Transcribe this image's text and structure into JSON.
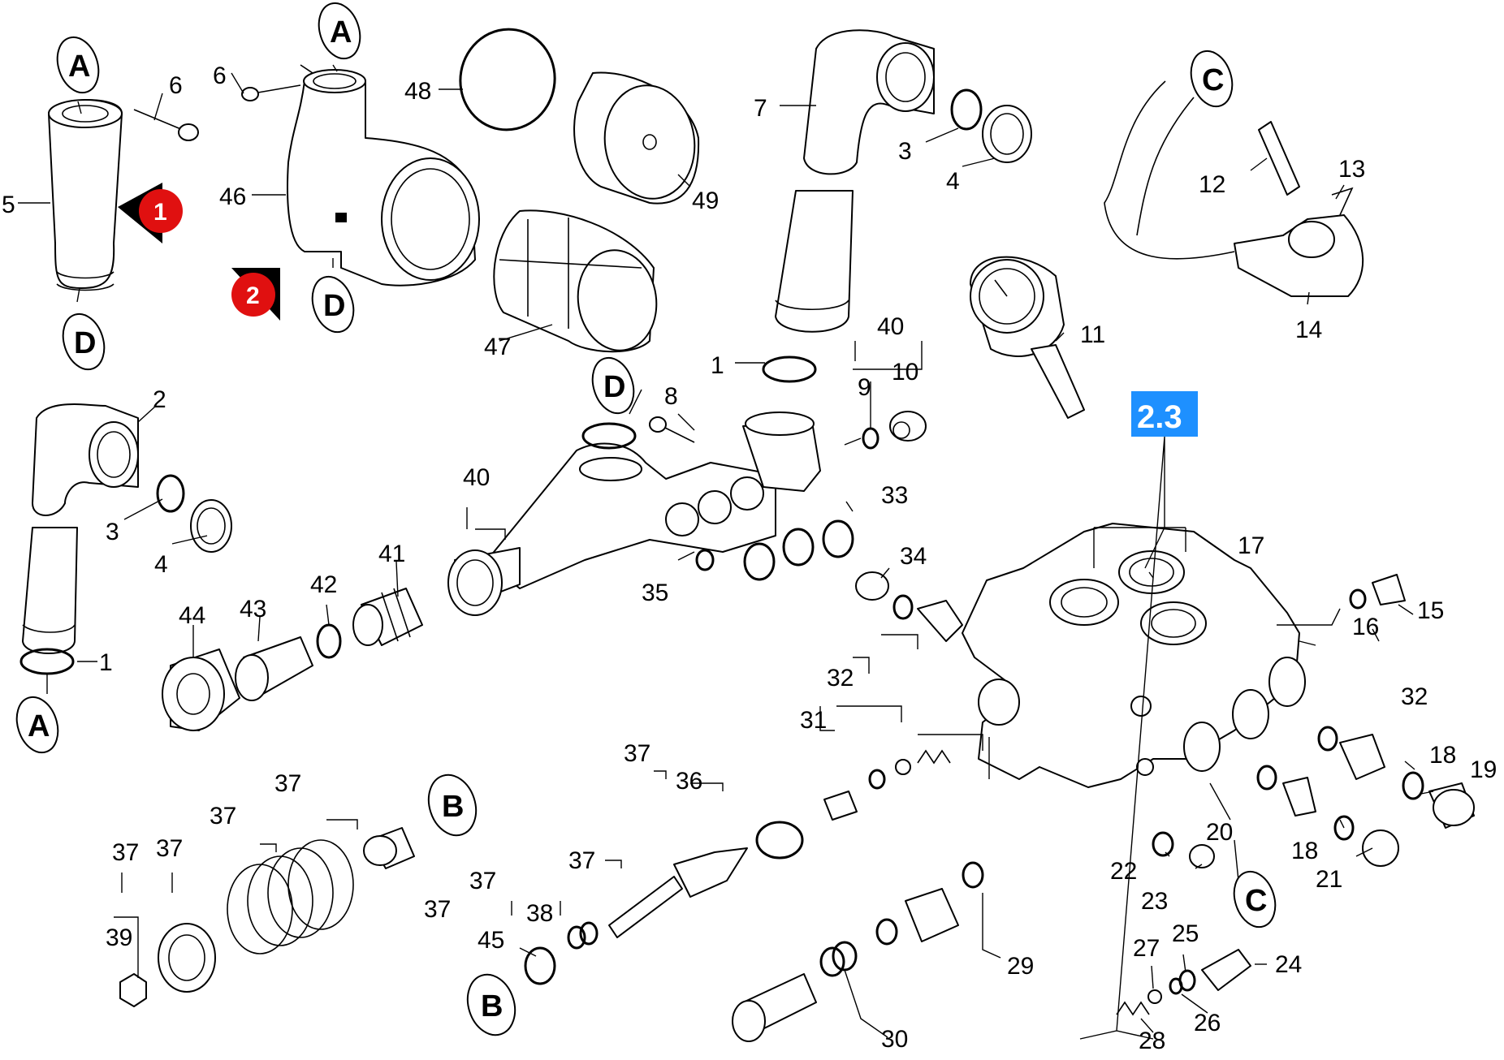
{
  "labels": {
    "p1a": "1",
    "p1b": "1",
    "p2": "2",
    "p3a": "3",
    "p3b": "3",
    "p4a": "4",
    "p4b": "4",
    "p5": "5",
    "p6a": "6",
    "p6b": "6",
    "p7": "7",
    "p8": "8",
    "p9": "9",
    "p10": "10",
    "p11": "11",
    "p12": "12",
    "p13": "13",
    "p14": "14",
    "p15": "15",
    "p16": "16",
    "p17": "17",
    "p18a": "18",
    "p18b": "18",
    "p19": "19",
    "p20": "20",
    "p21": "21",
    "p22": "22",
    "p23": "23",
    "p24": "24",
    "p25": "25",
    "p26": "26",
    "p27": "27",
    "p28": "28",
    "p29": "29",
    "p30": "30",
    "p31": "31",
    "p32a": "32",
    "p32b": "32",
    "p33": "33",
    "p34": "34",
    "p35": "35",
    "p36": "36",
    "p37a": "37",
    "p37b": "37",
    "p37c": "37",
    "p37d": "37",
    "p37e": "37",
    "p37f": "37",
    "p37g": "37",
    "p38": "38",
    "p39": "39",
    "p40a": "40",
    "p40b": "40",
    "p41": "41",
    "p42": "42",
    "p43": "43",
    "p44": "44",
    "p45": "45",
    "p46": "46",
    "p47": "47",
    "p48": "48",
    "p49": "49"
  },
  "connectors": {
    "a1": "A",
    "a2": "A",
    "a3": "A",
    "b1": "B",
    "b2": "B",
    "c1": "C",
    "c2": "C",
    "d1": "D",
    "d2": "D",
    "d3": "D"
  },
  "badges": {
    "b1": "1",
    "b2": "2"
  },
  "group_label": "2.3",
  "colors": {
    "badge_red": "#e01010",
    "group_blue": "#1e90ff",
    "line": "#000000"
  }
}
